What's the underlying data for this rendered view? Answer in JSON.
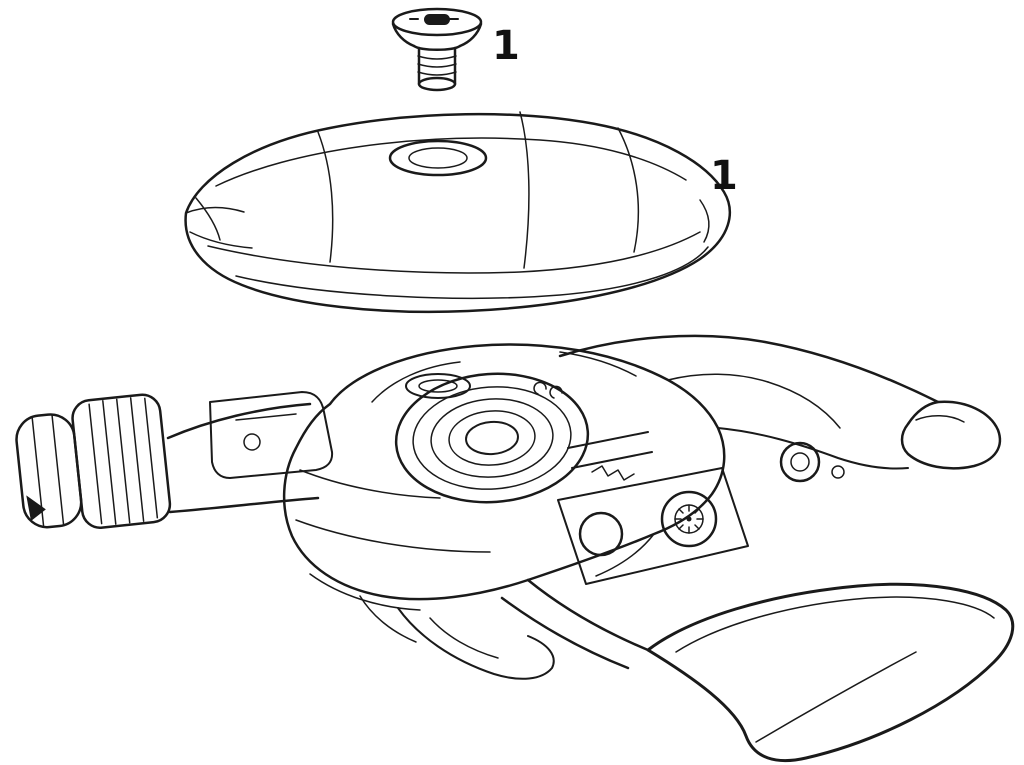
{
  "diagram": {
    "type": "exploded-parts-line-drawing",
    "subject": "trigger-shifter-assembly",
    "style": {
      "line_color": "#1a1a1a",
      "background_color": "#ffffff",
      "label_color": "#111111"
    }
  },
  "callouts": {
    "bolt": {
      "label": "1"
    },
    "cover": {
      "label": "1"
    }
  }
}
